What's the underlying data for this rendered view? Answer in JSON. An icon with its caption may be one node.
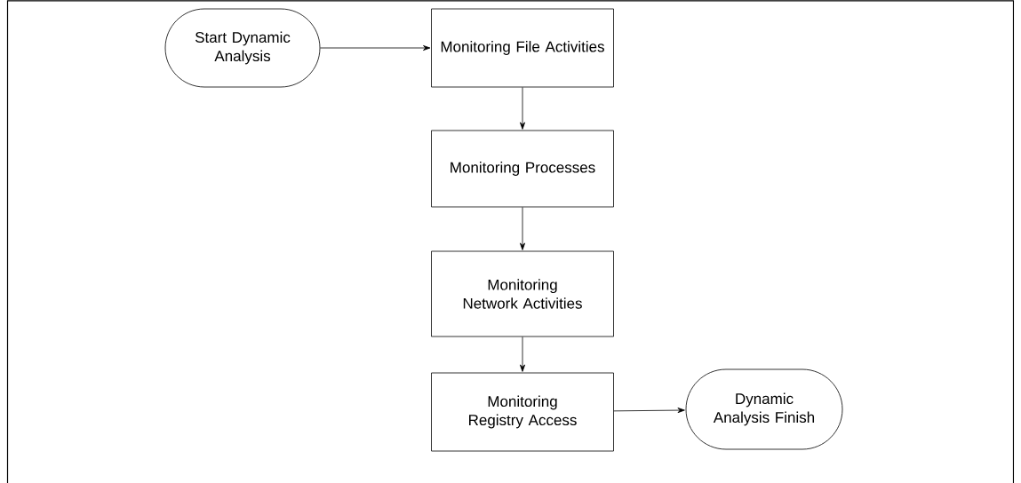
{
  "diagram": {
    "nodes": [
      {
        "text": [
          "Start Dynamic Analysis"
        ]
      },
      {
        "text": [
          "Monitoring File Activities"
        ]
      },
      {
        "text": [
          "Monitoring Processes"
        ]
      },
      {
        "text": [
          "Monitoring Network Activities"
        ]
      },
      {
        "text": [
          "Monitoring Registry Access"
        ]
      },
      {
        "text": [
          "Dynamic Analysis Finish"
        ]
      }
    ],
    "edges": [
      {
        "from": 0,
        "to": 1,
        "arrow": "to"
      },
      {
        "from": 1,
        "to": 2,
        "arrow": "to"
      },
      {
        "from": 2,
        "to": 3,
        "arrow": "to"
      },
      {
        "from": 3,
        "to": 4,
        "arrow": "to"
      },
      {
        "from": 4,
        "to": 5,
        "arrow": "to"
      }
    ]
  }
}
